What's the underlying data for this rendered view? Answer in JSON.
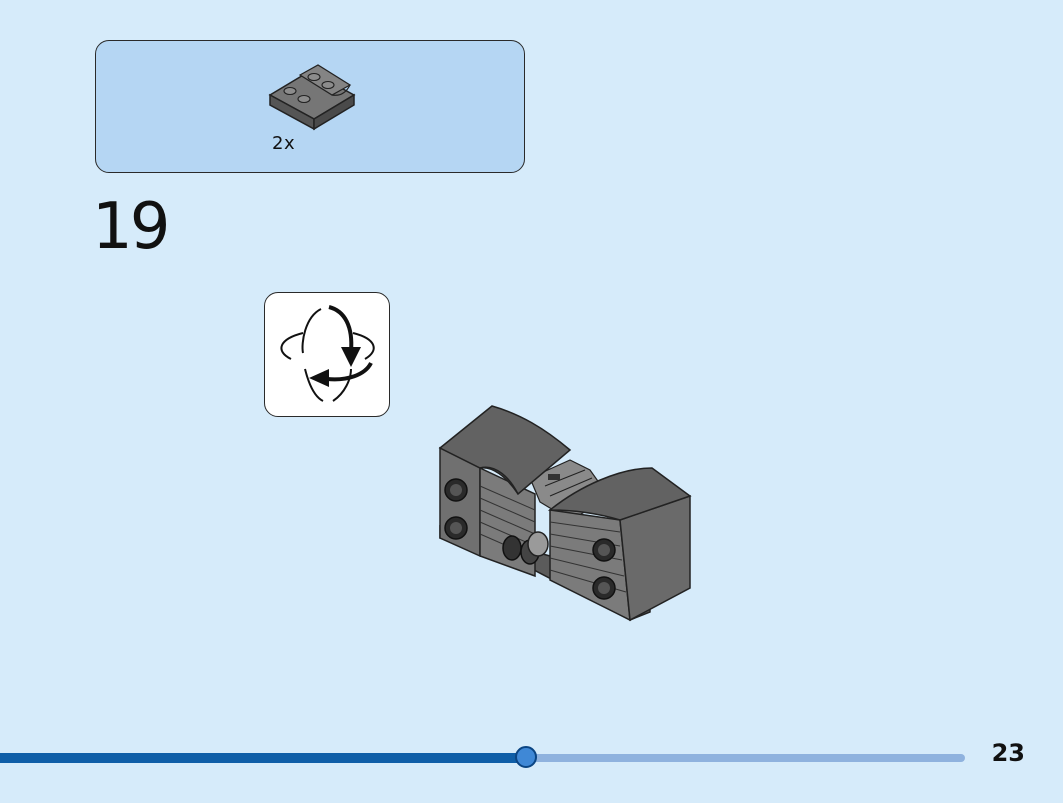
{
  "parts_list": {
    "items": [
      {
        "icon": "gray-inverted-slope-brick-icon",
        "quantity": "2x",
        "color": "#6a6a6a"
      }
    ]
  },
  "step": {
    "number": "19"
  },
  "callout": {
    "icon": "rotate-model-icon"
  },
  "model": {
    "icon": "assembled-model-icon",
    "color": "#6e6e6e"
  },
  "progress": {
    "fraction": 0.545,
    "fill_color": "#0f5ea7",
    "track_color": "#8fb2de"
  },
  "page": {
    "number": "23"
  }
}
